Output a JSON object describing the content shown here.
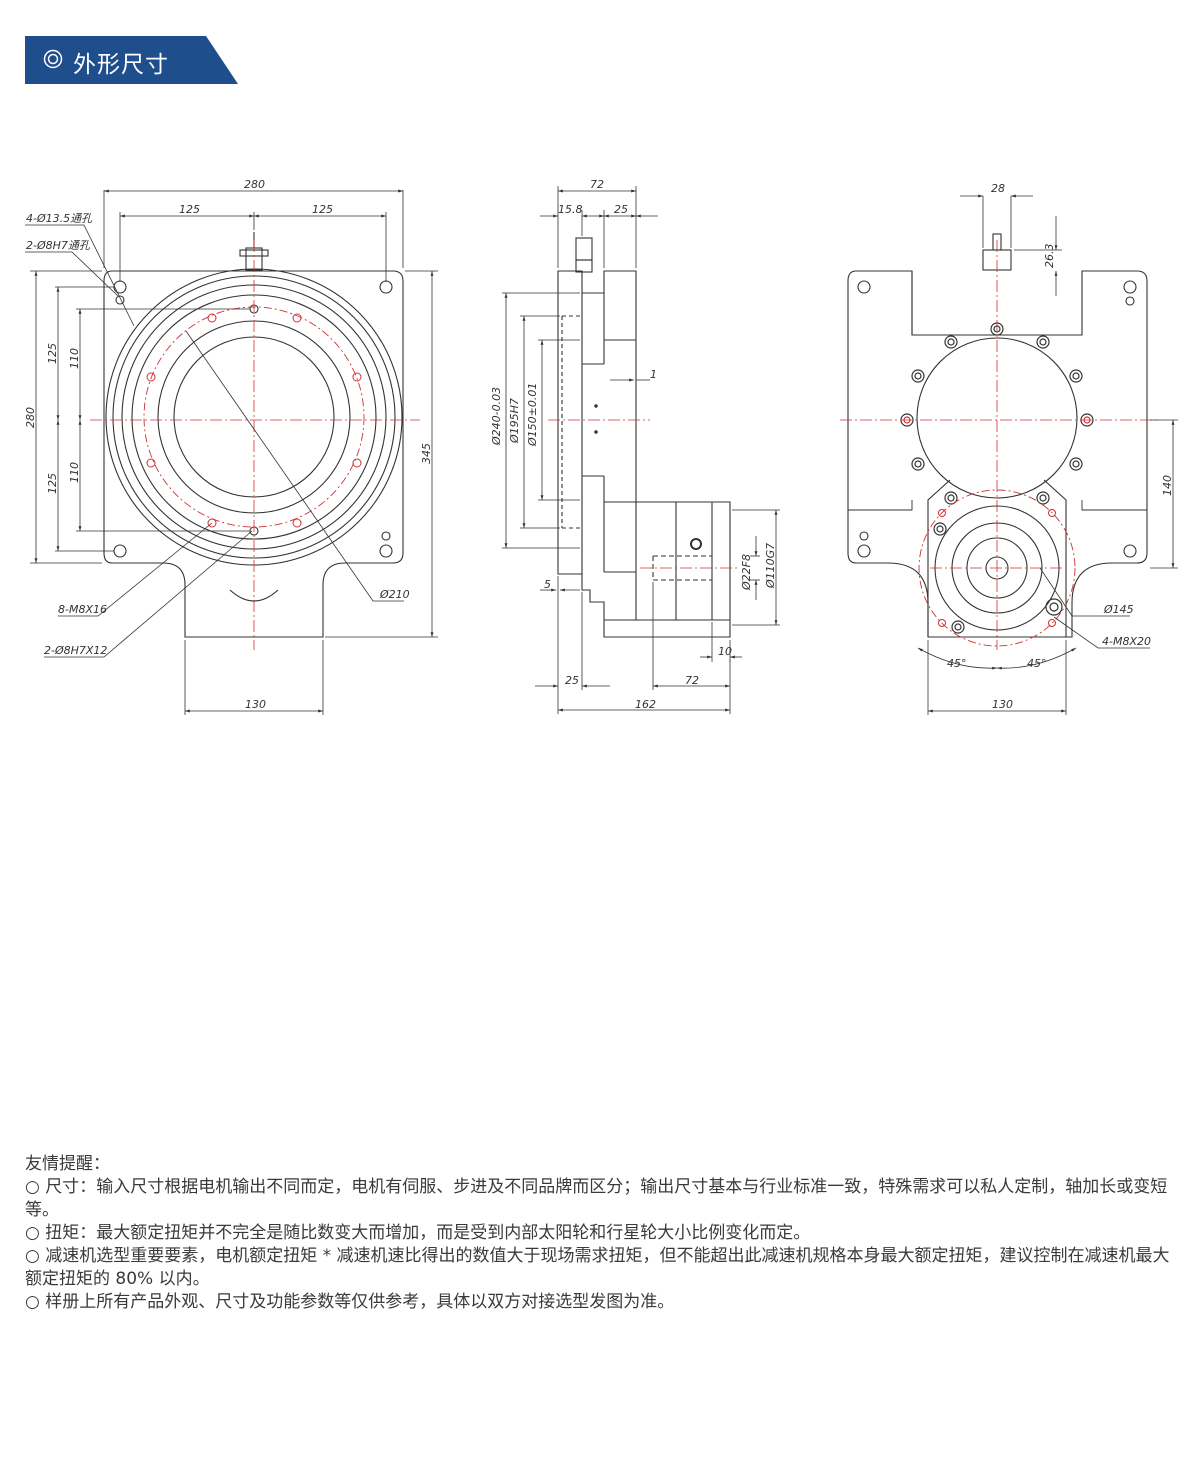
{
  "header": {
    "title": "外形尺寸",
    "icon": "target-circle-icon",
    "accent": "#1e4e8c"
  },
  "drawing": {
    "front": {
      "top_overall": "280",
      "top_left": "125",
      "top_right": "125",
      "left_overall": "280",
      "left_upper_125": "125",
      "left_lower_125": "125",
      "left_upper_110": "110",
      "left_lower_110": "110",
      "right_345": "345",
      "bottom_130": "130",
      "callout_hole_135": "4-Ø13.5通孔",
      "callout_hole_8h7": "2-Ø8H7通孔",
      "callout_m8": "8-M8X16",
      "callout_8h7x12": "2-Ø8H7X12",
      "callout_210": "Ø210"
    },
    "side": {
      "top_72": "72",
      "top_158": "15.8",
      "top_25": "25",
      "d240": "Ø240-0.03",
      "d195": "Ø195H7",
      "d150": "Ø150±0.01",
      "dim_1": "1",
      "dim_5": "5",
      "d22": "Ø22F8",
      "d110": "Ø110G7",
      "dim_10": "10",
      "bottom_25": "25",
      "bottom_72": "72",
      "bottom_162": "162"
    },
    "back": {
      "top_28": "28",
      "right_263": "26.3",
      "right_140": "140",
      "callout_145": "Ø145",
      "callout_m8x20": "4-M8X20",
      "angle_left": "45°",
      "angle_right": "45°",
      "bottom_130": "130"
    }
  },
  "notes": {
    "heading": "友情提醒：",
    "items": [
      "○ 尺寸：输入尺寸根据电机输出不同而定，电机有伺服、步进及不同品牌而区分；输出尺寸基本与行业标准一致，特殊需求可以私人定制，轴加长或变短等。",
      "○ 扭矩：最大额定扭矩并不完全是随比数变大而增加，而是受到内部太阳轮和行星轮大小比例变化而定。",
      "○ 减速机选型重要要素，电机额定扭矩 * 减速机速比得出的数值大于现场需求扭矩，但不能超出此减速机规格本身最大额定扭矩，建议控制在减速机最大额定扭矩的 80% 以内。",
      "○ 样册上所有产品外观、尺寸及功能参数等仅供参考，具体以双方对接选型发图为准。"
    ]
  }
}
